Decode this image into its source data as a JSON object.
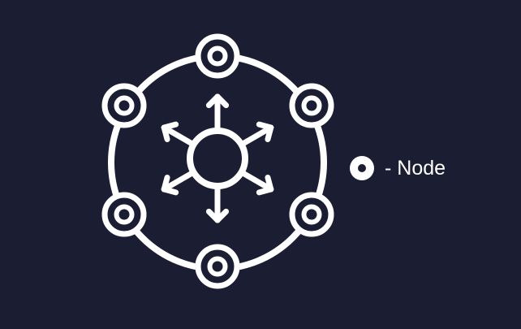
{
  "legend": {
    "label": "- Node",
    "icon": "node-icon"
  },
  "diagram": {
    "node_count": 6,
    "arrow_count": 6,
    "center_icon": "hub-circle-icon",
    "arrow_icon": "arrow-icon"
  },
  "colors": {
    "background": "#1b1d33",
    "stroke": "#ffffff",
    "legend_icon_fill": "#ffffff",
    "legend_icon_dot": "#1b1d33"
  }
}
